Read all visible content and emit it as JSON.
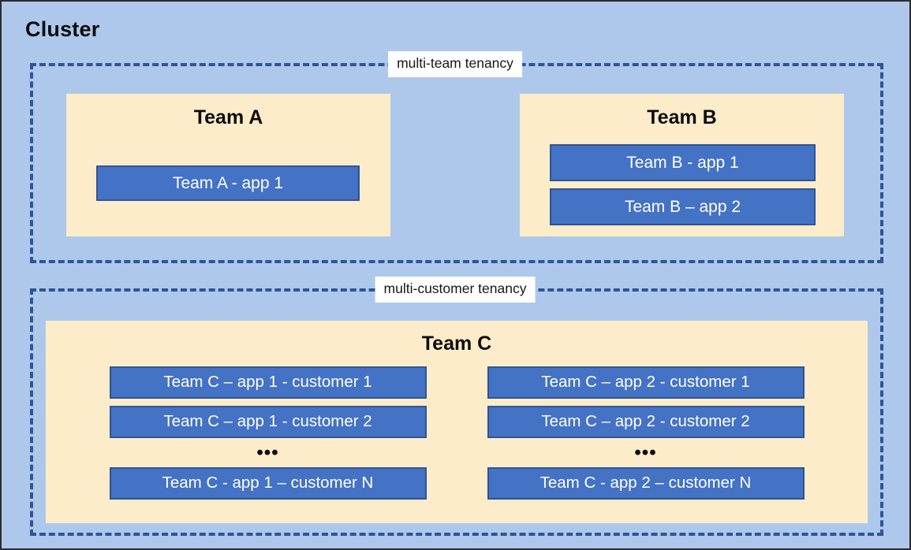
{
  "diagram": {
    "title": "Cluster",
    "background_color": "#adc8ea",
    "frame_color": "#2f5597",
    "team_box_color": "#fcecc9",
    "app_box_color": "#4472c4",
    "app_box_border_color": "#2f5496",
    "app_text_color": "#ffffff"
  },
  "tenancies": [
    {
      "id": "multi-team",
      "label": "multi-team tenancy",
      "teams": [
        {
          "id": "team-a",
          "title": "Team A",
          "apps": [
            "Team A - app 1"
          ]
        },
        {
          "id": "team-b",
          "title": "Team B",
          "apps": [
            "Team B - app 1",
            "Team B – app 2"
          ]
        }
      ]
    },
    {
      "id": "multi-customer",
      "label": "multi-customer tenancy",
      "teams": [
        {
          "id": "team-c",
          "title": "Team C",
          "columns": [
            {
              "id": "team-c-app-1",
              "apps": [
                "Team C – app 1 - customer 1",
                "Team C – app 1 - customer 2"
              ],
              "ellipsis": "•••",
              "last_app": "Team C - app 1 – customer N"
            },
            {
              "id": "team-c-app-2",
              "apps": [
                "Team C – app 2 - customer 1",
                "Team C – app 2 - customer 2"
              ],
              "ellipsis": "•••",
              "last_app": "Team C - app 2 – customer N"
            }
          ]
        }
      ]
    }
  ]
}
